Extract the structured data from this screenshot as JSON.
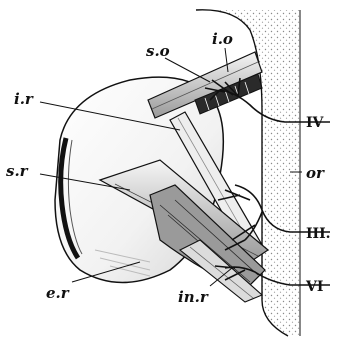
{
  "labels": {
    "s_o": "s.o",
    "i_o": "i.o",
    "i_r": "i.r",
    "s_r": "s.r",
    "e_r": "e.r",
    "in_r": "in.r",
    "or": "or",
    "nerve_IV": "IV",
    "nerve_III": "III.",
    "nerve_VI": "VI"
  },
  "colors": {
    "ink": "#111111",
    "bone_stipple": "#bdbdbd",
    "background": "#ffffff"
  }
}
